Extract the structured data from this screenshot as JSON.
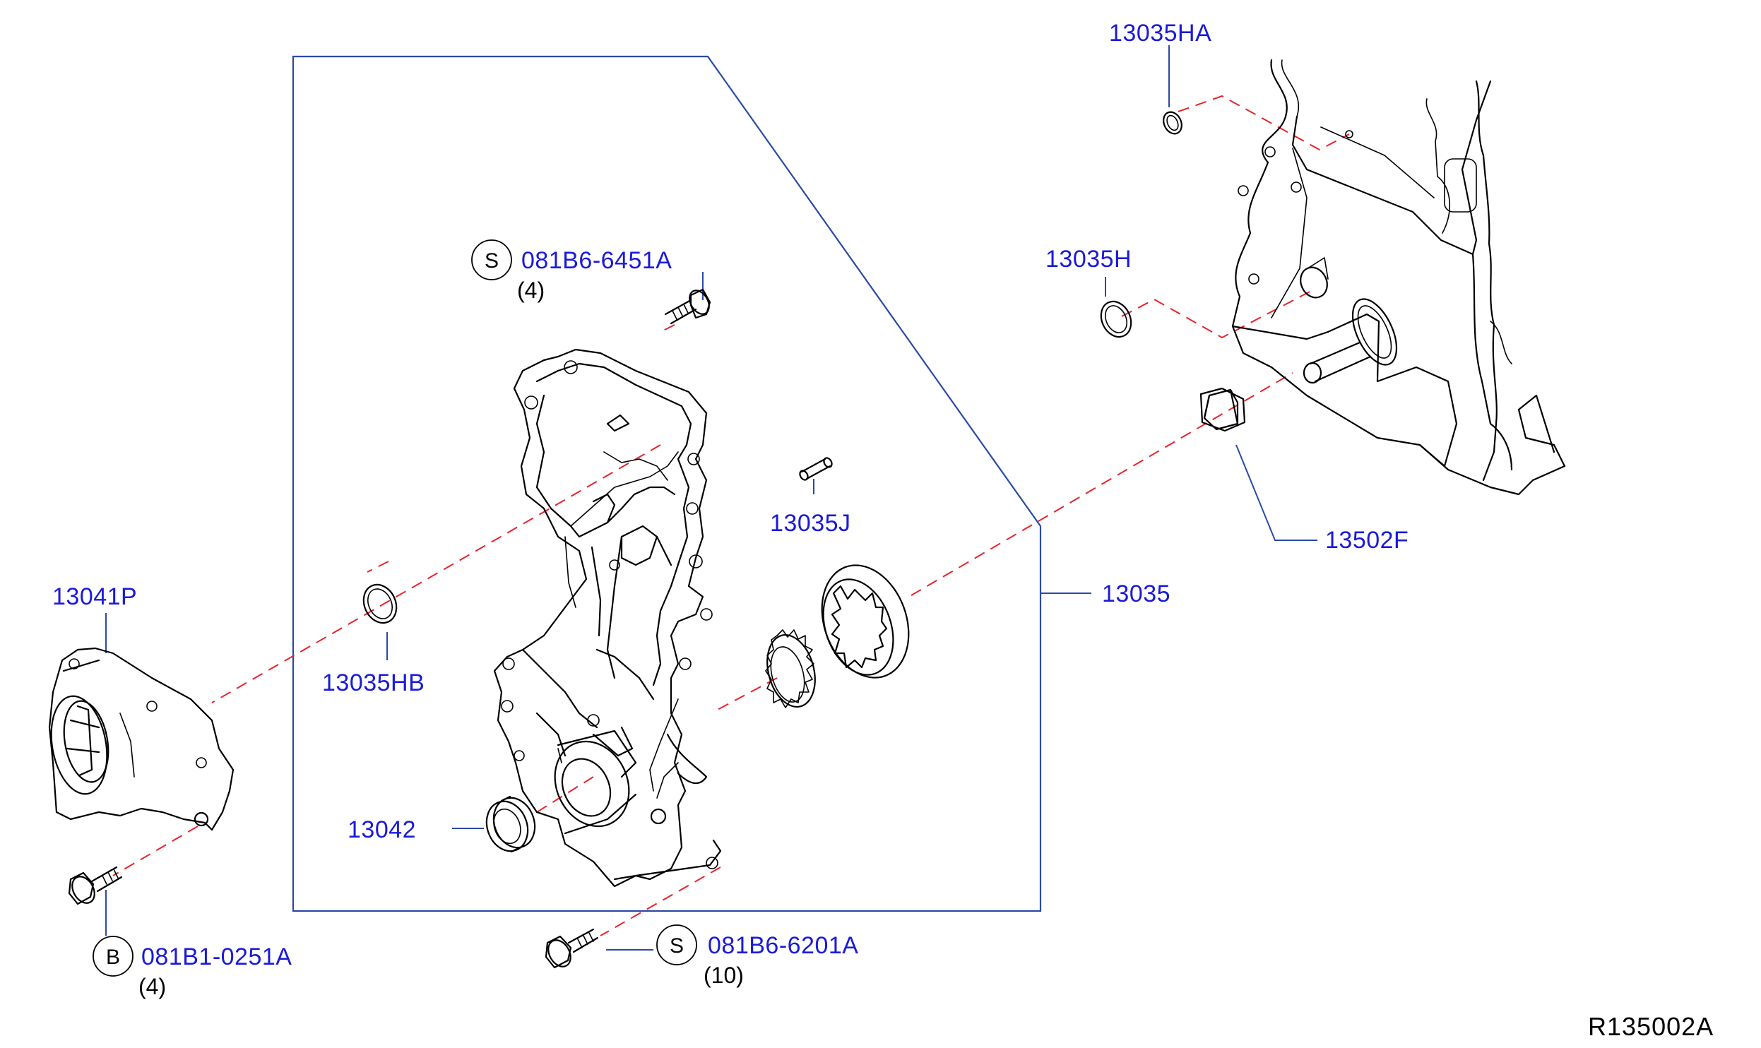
{
  "colors": {
    "label": "#1a1adb",
    "leader": "#2a4aa8",
    "dashed_line": "#e8232a",
    "drawing": "#000000"
  },
  "labels": {
    "p13035HA": "13035HA",
    "p13035H": "13035H",
    "p13035J": "13035J",
    "p13035HB": "13035HB",
    "p13035": "13035",
    "p13502F": "13502F",
    "p13041P": "13041P",
    "p13042": "13042",
    "bolt_s_top": "081B6-6451A",
    "bolt_s_top_qty": "(4)",
    "bolt_s_top_badge": "S",
    "bolt_b": "081B1-0251A",
    "bolt_b_qty": "(4)",
    "bolt_b_badge": "B",
    "bolt_s_bottom": "081B6-6201A",
    "bolt_s_bottom_qty": "(10)",
    "bolt_s_bottom_badge": "S",
    "reference": "R135002A"
  }
}
